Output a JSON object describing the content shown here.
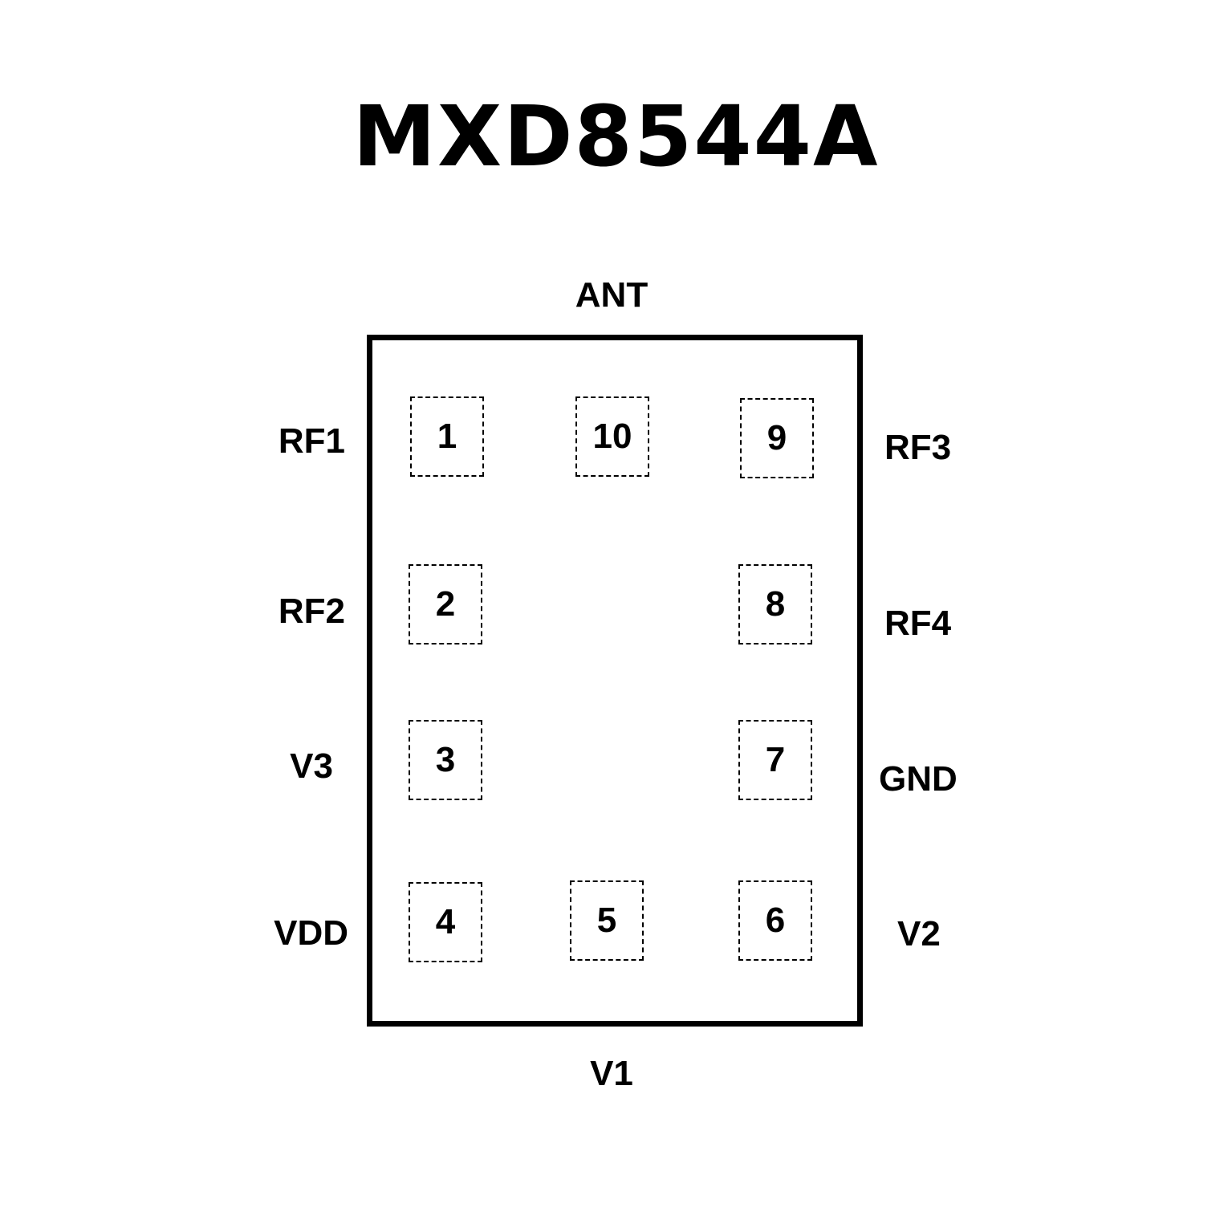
{
  "title": "MXD8544A",
  "labels": {
    "top": "ANT",
    "bottom": "V1",
    "left": [
      "RF1",
      "RF2",
      "V3",
      "VDD"
    ],
    "right": [
      "RF3",
      "RF4",
      "GND",
      "V2"
    ]
  },
  "pads": {
    "p1": "1",
    "p2": "2",
    "p3": "3",
    "p4": "4",
    "p5": "5",
    "p6": "6",
    "p7": "7",
    "p8": "8",
    "p9": "9",
    "p10": "10"
  }
}
